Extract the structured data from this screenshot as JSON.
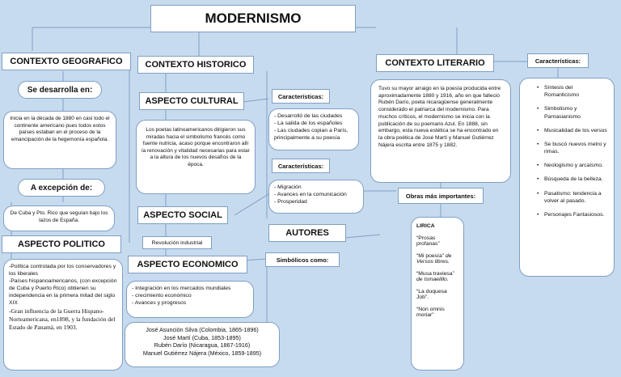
{
  "title": "MODERNISMO",
  "contexto_geografico": {
    "heading": "CONTEXTO GEOGRAFICO",
    "se_desarrolla_label": "Se desarrolla en:",
    "se_desarrolla_text": "Inicia en la década de 1880 en casi todo el continente americano pues todos estos países estaban en el proceso de la emancipación de la hegemonía española.",
    "excepcion_label": "A excepción de:",
    "excepcion_text": "De Cuba y Pto. Rico que seguían bajo los lazos de España."
  },
  "aspecto_politico": {
    "heading": "ASPECTO POLITICO",
    "items": [
      "-Política controlada por los conservadores  y los liberales",
      "-Países hispanoamericanos, (con excepción de Cuba y Puerto Rico) obtienen su independencia en la primera mitad del siglo XIX",
      "-Gran influencia de la Guerra Hispano-Norteamericana, en1898, y la fundación del Estado de Panamá, en 1903."
    ]
  },
  "contexto_historico": {
    "heading": "CONTEXTO HISTORICO",
    "aspecto_cultural": {
      "heading": "ASPECTO CULTURAL",
      "text": "Los poetas latinoamericanos dirigieron sus miradas hacia el simbolismo francés como fuente nutricia, acaso porque encontraron allí la renovación y vitalidad necesarias para estar a la altura de los nuevos desafíos de la época.",
      "caracteristicas_label": "Características:",
      "caracteristicas": [
        "- Desarrolló de las ciudades",
        "- La salida de los españoles",
        "- Las ciudades copian a París, principalmente a su poesía"
      ]
    },
    "aspecto_social": {
      "heading": "ASPECTO SOCIAL",
      "caracteristicas_label": "Características:",
      "caracteristicas": [
        "- Migración",
        "- Avances en la comunicación",
        "- Prosperidad"
      ]
    },
    "revolucion": "Revolución industrial",
    "aspecto_economico": {
      "heading": "ASPECTO ECONOMICO",
      "items": [
        "- Integración en los mercados mundiales",
        "- crecimiento económico",
        "- Avances  y progresos"
      ]
    }
  },
  "autores": {
    "heading": "AUTORES",
    "simbolicos_label": "Simbólicos como:",
    "list": [
      "José Asunción Silva (Colombia, 1865-1896)",
      "José Martí (Cuba, 1853-1895)",
      "Rubén Darío (Nicaragua, 1867-1916)",
      "Manuel Gutiérrez Nájera (México, 1859-1895)"
    ]
  },
  "contexto_literario": {
    "heading": "CONTEXTO LITERARIO",
    "text": "Tuvo su mayor arraigo en la poesía producida entre aproximadamente 1880 y 1916, año en que falleció Rubén Darío, poeta nicaragüense generalmente considerado el patriarca del modernismo. Para muchos críticos, el modernismo se inicia con la publicación de su poemario Azul. En 1888, sin embargo, esta nueva estética se ha encontrado en la obra poética de José Martí y Manuel Gutiérrez Nájera escrita entre 1875 y 1882.",
    "obras_label": "Obras más importantes:",
    "lirica_heading": "LIRICA",
    "obras": [
      {
        "title": "“Prosas profanas”",
        "note": ""
      },
      {
        "title": "“Mi poesía”",
        "note": "de Versos libres."
      },
      {
        "title": "“Musa traviesa”",
        "note": "de Ismaelillo."
      },
      {
        "title": "“La duquesa Job”.",
        "note": ""
      },
      {
        "title": "“Non omnis moriar”",
        "note": ""
      }
    ]
  },
  "caracteristicas_literarias": {
    "label": "Características:",
    "items": [
      "Síntesis del Romanticismo",
      "Simbolismo y Parnasianismo",
      "Musicalidad de los versos",
      "Se buscó nuevos metro y rimas.",
      "Neologismo y arcaísmo.",
      "Búsqueda de la belleza.",
      "Pasatismo: tendencia a volver al pasado.",
      "Personajes Fantasiosos."
    ]
  }
}
